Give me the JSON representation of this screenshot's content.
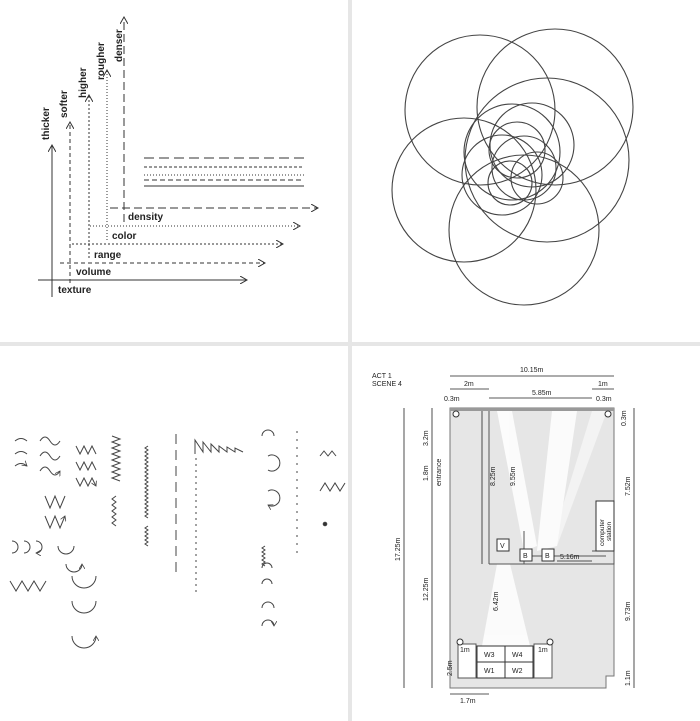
{
  "panels": {
    "axes": {
      "vertical_labels": [
        "thicker",
        "softer",
        "higher",
        "rougher",
        "denser"
      ],
      "horizontal_labels": [
        "texture",
        "volume",
        "range",
        "color",
        "density"
      ]
    },
    "circles": {},
    "notation": {},
    "floorplan": {
      "act": "ACT 1",
      "scene": "SCENE 4",
      "dims": {
        "total_width": "10.15m",
        "d_2m": "2m",
        "d_585": "5.85m",
        "d_1m_top": "1m",
        "d_03_left": "0.3m",
        "d_03_right": "0.3m",
        "d_03_side": "0.3m",
        "d_32": "3.2m",
        "d_18": "1.8m",
        "entrance": "entrance",
        "d_825": "8.25m",
        "d_955": "9.55m",
        "d_752": "7.52m",
        "d_1725": "17.25m",
        "d_1225": "12.25m",
        "d_516": "5.16m",
        "d_642": "6.42m",
        "d_973": "9.73m",
        "d_25": "2.5m",
        "d_1m_left": "1m",
        "d_1m_right": "1m",
        "d_11": "1.1m",
        "d_17": "1.7m"
      },
      "computer_station": [
        "computer",
        "station"
      ],
      "box_v": "V",
      "box_b1": "B",
      "box_b2": "B",
      "walls": [
        "W3",
        "W4",
        "W1",
        "W2"
      ]
    }
  }
}
